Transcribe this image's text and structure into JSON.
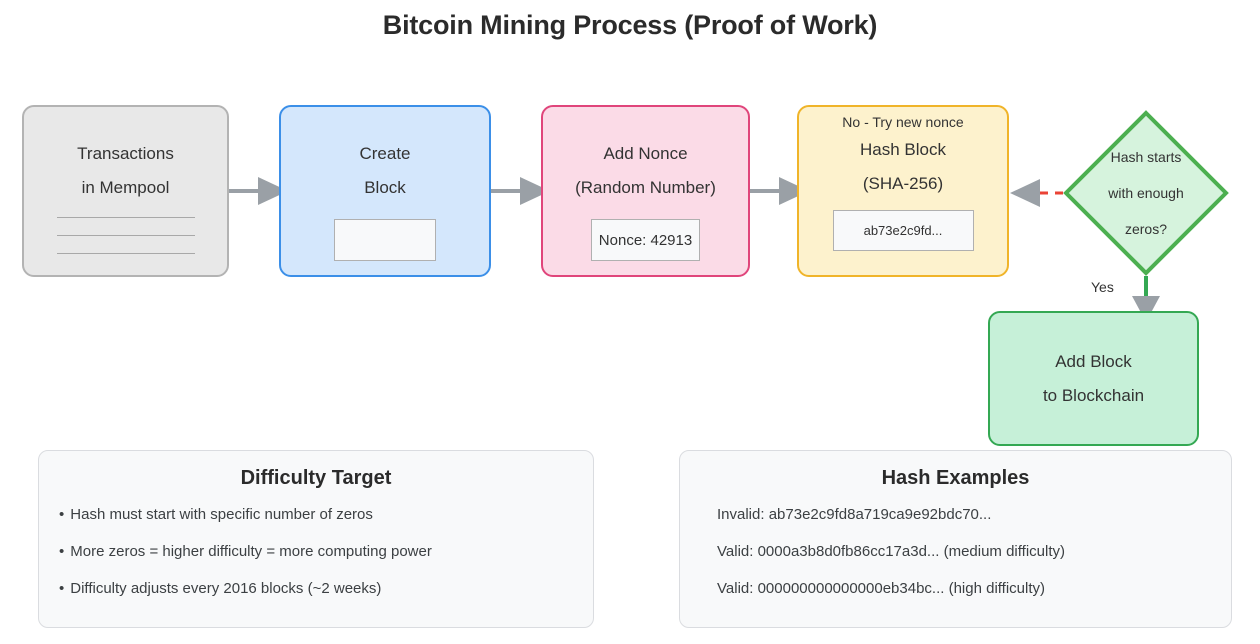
{
  "title": "Bitcoin Mining Process (Proof of Work)",
  "flow": {
    "mempool": {
      "line1": "Transactions",
      "line2": "in Mempool"
    },
    "create": {
      "line1": "Create",
      "line2": "Block",
      "chip": ""
    },
    "nonce": {
      "line1": "Add Nonce",
      "line2": "(Random Number)",
      "chip": "Nonce: 42913"
    },
    "hash": {
      "loop_label": "No - Try new nonce",
      "line1": "Hash Block",
      "line2": "(SHA-256)",
      "chip": "ab73e2c9fd..."
    },
    "decision": {
      "line1": "Hash starts",
      "line2": "with enough",
      "line3": "zeros?"
    },
    "addblock": {
      "line1": "Add Block",
      "line2": "to Blockchain"
    },
    "edge_yes_label": "Yes"
  },
  "panels": {
    "difficulty": {
      "title": "Difficulty Target",
      "bullets": [
        "Hash must start with specific number of zeros",
        "More zeros = higher difficulty = more computing power",
        "Difficulty adjusts every 2016 blocks (~2 weeks)"
      ]
    },
    "hash_examples": {
      "title": "Hash Examples",
      "rows": [
        "Invalid: ab73e2c9fd8a719ca9e92bdc70...",
        "Valid: 0000a3b8d0fb86cc17a3d... (medium difficulty)",
        "Valid: 000000000000000eb34bc... (high difficulty)"
      ]
    }
  },
  "colors": {
    "gray_fill": "#e8e8e8",
    "gray_border": "#b3b3b3",
    "blue_fill": "#d4e7fc",
    "blue_border": "#3b8fe8",
    "pink_fill": "#fbdbe7",
    "pink_border": "#e0457b",
    "yellow_fill": "#fdf2cd",
    "yellow_border": "#f0b429",
    "green_fill": "#c6f0d8",
    "green_border": "#34a853",
    "diamond_fill": "#d6f3dd",
    "diamond_border": "#4caf50",
    "arrow_gray": "#9aa0a6",
    "loop_red": "#ea4335"
  }
}
